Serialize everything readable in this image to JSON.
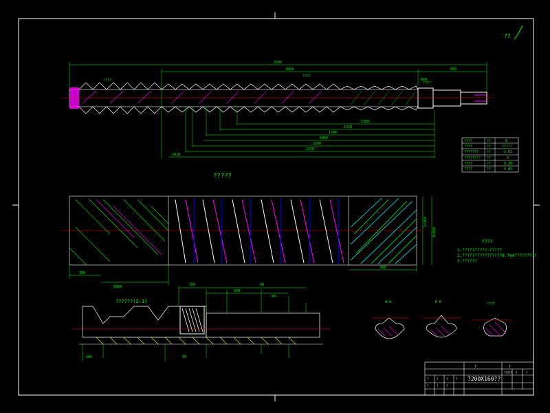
{
  "colors": {
    "background": "#000000",
    "frame": "#ffffff",
    "dimension": "#00ff00",
    "center_line": "#ff0000",
    "helix_magenta": "#ff00ff",
    "helix_blue": "#0000ff",
    "helix_cyan": "#00ffff",
    "helix_yellow": "#ffff00"
  },
  "corner_note": "?? ",
  "main_view": {
    "overall_dims": [
      "3540",
      "2604",
      "800",
      "620"
    ],
    "stations": [
      "1308",
      "1520",
      "1740",
      "1950",
      "2160",
      "2376",
      "2418"
    ],
    "labels": [
      "????",
      "????",
      "????"
    ]
  },
  "unrolled_view": {
    "title": "?????",
    "bottom_dims": [
      "300",
      "1020",
      "680"
    ],
    "right_dims": [
      "2×360",
      "3×360"
    ]
  },
  "tech_requirements": {
    "title": "????",
    "items": [
      "1.??????????~?????",
      "2.????????????????0.7mm?????????",
      "3.??????"
    ]
  },
  "detail_view": {
    "title": "??????(2:1)",
    "dims": [
      "150",
      "60",
      "570",
      "80",
      "160",
      "95"
    ]
  },
  "sections": {
    "labels": [
      "A-A",
      "B-B",
      "????"
    ]
  },
  "properties_table": {
    "rows": [
      [
        "????",
        "??",
        "6"
      ],
      [
        "????",
        "??",
        "?????"
      ],
      [
        "???????",
        "??",
        "1.01"
      ],
      [
        "????????",
        "??",
        "4"
      ],
      [
        "????",
        "??",
        "0.10"
      ],
      [
        "????",
        "??",
        "0.05"
      ]
    ]
  },
  "title_block": {
    "model": "?200X160??",
    "header_cells": [
      "?",
      "?",
      "?????",
      "?",
      "?"
    ],
    "small_cells": [
      "?",
      "?",
      "?",
      "?",
      "?",
      "?",
      "?"
    ]
  }
}
